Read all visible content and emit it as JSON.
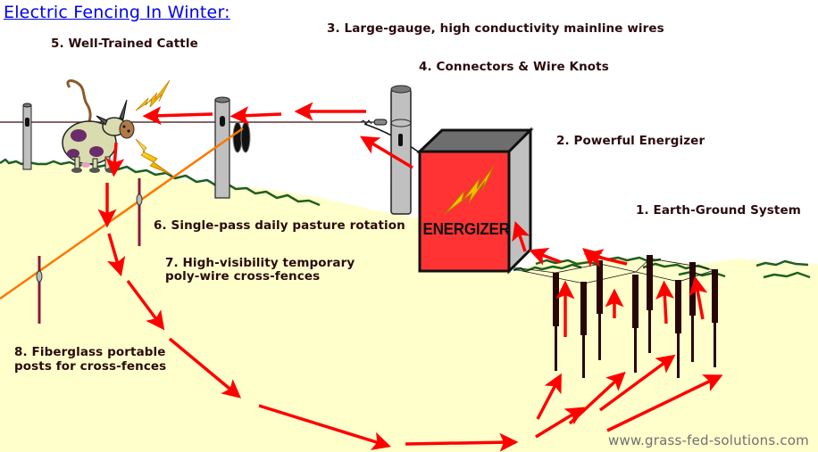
{
  "title": "Electric Fencing In Winter:",
  "labels": {
    "item1": "1. Earth-Ground System",
    "item2": "2. Powerful Energizer",
    "item3": "3. Large-gauge, high conductivity mainline wires",
    "item4": "4. Connectors & Wire Knots",
    "item5": "5. Well-Trained Cattle",
    "item6": "6. Single-pass daily pasture rotation",
    "item7_line1": "7. High-visibility temporary",
    "item7_line2": "poly-wire cross-fences",
    "item8_line1": "8. Fiberglass portable",
    "item8_line2": "posts for cross-fences"
  },
  "energizer": {
    "label": "ENERGIZER",
    "icon": "lightning-bolt-icon"
  },
  "watermark": "www.grass-fed-solutions.com",
  "colors": {
    "title": "#0000ee",
    "label_text": "#2a0a0a",
    "ground": "#ffffcc",
    "grass": "#1f5f1f",
    "arrow": "#ff0000",
    "energizer_box": "#ff3333",
    "post": "#c0c0c0",
    "polywire": "#ff7700",
    "fiberglass_post": "#8b1a3a",
    "ground_rod": "#2a0505"
  },
  "flow_description": "Current flows from energizer along mainline wires to cattle, through the ground back to earth-ground rods and into energizer"
}
